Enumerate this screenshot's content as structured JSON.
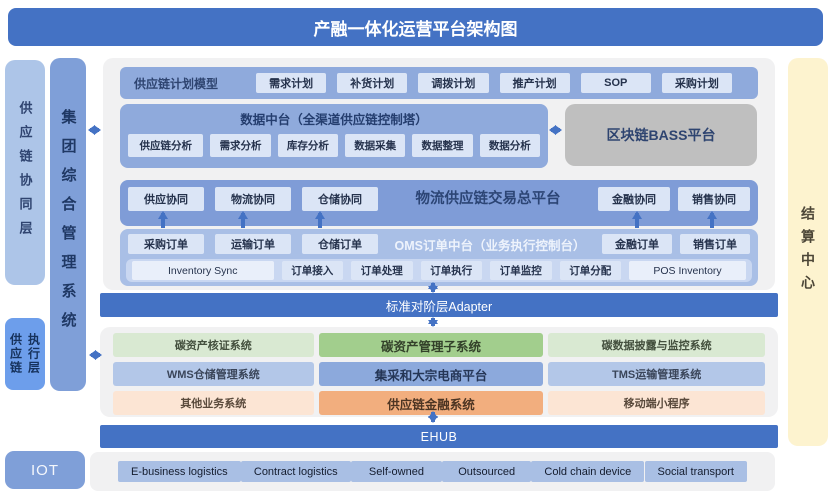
{
  "title": "产融一体化运营平台架构图",
  "left": {
    "collab_layer": "供应链协同层",
    "group_system": "集团综合管理系统",
    "exec_col1": "供应链",
    "exec_col2": "执行层",
    "iot": "IOT"
  },
  "right": {
    "settlement": "结算中心"
  },
  "plan": {
    "label": "供应链计划模型",
    "items": [
      "需求计划",
      "补货计划",
      "调拨计划",
      "推产计划",
      "SOP",
      "采购计划"
    ]
  },
  "data_mid": {
    "title": "数据中台（全渠道供应链控制塔）",
    "items": [
      "供应链分析",
      "需求分析",
      "库存分析",
      "数据采集",
      "数据整理",
      "数据分析"
    ]
  },
  "bass": {
    "label": "区块链BASS平台"
  },
  "trade": {
    "title": "物流供应链交易总平台",
    "left_items": [
      "供应协同",
      "物流协同",
      "仓储协同"
    ],
    "right_items": [
      "金融协同",
      "销售协同"
    ]
  },
  "oms": {
    "title": "OMS订单中台（业务执行控制台）",
    "left_items": [
      "采购订单",
      "运输订单",
      "仓储订单"
    ],
    "right_items": [
      "金融订单",
      "销售订单"
    ],
    "process_items": [
      "Inventory Sync",
      "订单接入",
      "订单处理",
      "订单执行",
      "订单监控",
      "订单分配",
      "POS Inventory"
    ]
  },
  "adapter": {
    "label": "标准对阶层Adapter"
  },
  "systems": {
    "green": [
      "碳资产核证系统",
      "碳资产管理子系统",
      "碳数据披露与监控系统"
    ],
    "blue": [
      "WMS仓储管理系统",
      "集采和大宗电商平台",
      "TMS运输管理系统"
    ],
    "orange": [
      "其他业务系统",
      "供应链金融系统",
      "移动端小程序"
    ]
  },
  "ehub": {
    "label": "EHUB"
  },
  "iot_row": {
    "items": [
      "E-business logistics",
      "Contract logistics",
      "Self-owned",
      "Outsourced",
      "Cold chain device",
      "Social transport"
    ]
  },
  "colors": {
    "accent_blue": "#4472C4",
    "container_blue": "#8FAADC",
    "container_blue_dark": "#7F9CD7",
    "container_blue_light": "#A9BFE6",
    "chip_blue": "#DBE5F6",
    "panel_gray": "#F1F1F2",
    "bass_gray": "#BFBFBF",
    "settlement_cream": "#FDF3CF",
    "green_light": "#D9E9D2",
    "green_dark": "#A2CE8D",
    "blue_light": "#B3C7E8",
    "blue_dark": "#8CA9DC",
    "orange_light": "#FCE5D4",
    "orange_dark": "#F2AE7E",
    "exec_blue": "#6D9EEB"
  }
}
